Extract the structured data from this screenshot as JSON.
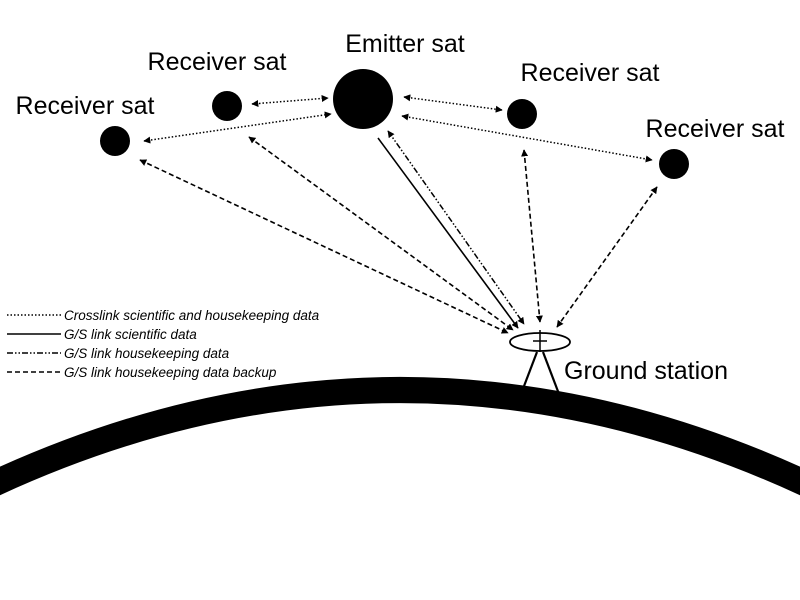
{
  "satellites": {
    "emitter": "Emitter sat",
    "receiver_1": "Receiver sat",
    "receiver_2": "Receiver sat",
    "receiver_3": "Receiver sat",
    "receiver_4": "Receiver sat"
  },
  "ground_station": "Ground station",
  "legend": [
    {
      "label": "Crosslink scientific and housekeeping data",
      "style": "dotted"
    },
    {
      "label": "G/S link scientific data",
      "style": "solid"
    },
    {
      "label": "G/S link housekeeping data",
      "style": "dash-dot-dot"
    },
    {
      "label": "G/S link housekeeping data backup",
      "style": "dashed"
    }
  ],
  "colors": {
    "ink": "#000000",
    "background": "#ffffff"
  }
}
